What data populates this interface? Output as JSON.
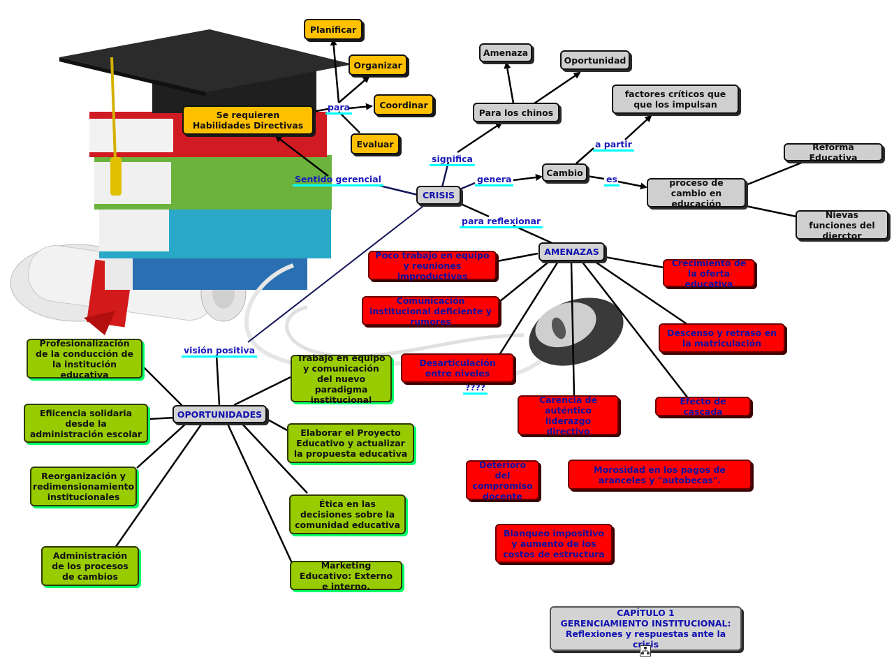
{
  "central": "CRISIS",
  "top": {
    "habilidades": "Se requieren Habilidades Directivas",
    "functions": [
      "Planificar",
      "Organizar",
      "Coordinar",
      "Evaluar"
    ],
    "chinos": "Para los chinos",
    "amenaza": "Amenaza",
    "oportunidad": "Oportunidad",
    "cambio": "Cambio",
    "factores": "factores críticos que que los impulsan",
    "proceso": "proceso de cambio en educación",
    "reforma": "Reforma Educativa",
    "nievas": "Nievas funciones del dierctor"
  },
  "link_labels": {
    "sentido": "Sentido gerencial",
    "para": "para",
    "significa": "significa",
    "genera": "genera",
    "a_partir": "a partir",
    "es": "es",
    "para_reflexionar": "para reflexionar",
    "vision": "visión positiva",
    "question": "????"
  },
  "amenazas": {
    "title": "AMENAZAS",
    "items": [
      "Poco trabajo en equipo y reuniones improductivas",
      "Comunicación institucional deficiente y rumores",
      "Desarticulación entre niveles",
      "Carencia de auténtico liderazgo directivo",
      "Efecto de cascada",
      "Descenso y retraso en la matriculación",
      "Crecimiento de la oferta educativa",
      "Deterioro del compromiso docente",
      "Morosidad en los pagos de aranceles y \"autobecas\".",
      "Blanqueo impositivo y aumento de los costos de estructura"
    ]
  },
  "oportunidades": {
    "title": "OPORTUNIDADES",
    "items": [
      "Profesionalización de la conducción de la institución educativa",
      "Efiicencia solidaria desde la administración escolar",
      "Reorganización y redimensionamiento institucionales",
      "Administración de los procesos de cambios",
      "Trabajo en equipo y comunicación del nuevo paradigma institucional",
      "Elaborar el Proyecto Educativo y actualizar la propuesta educativa",
      "Ética en las decisiones sobre la comunidad educativa",
      "Marketing Educativo: Externo e interno."
    ]
  },
  "footer": {
    "line1": "CAPÍTULO 1",
    "line2": "GERENCIAMIENTO INSTITUCIONAL:",
    "line3": "Reflexiones y respuestas ante la crisis"
  },
  "colors": {
    "red": "#ff0000",
    "yellow": "#ffc000",
    "green": "#99cc00",
    "gray": "#d3d3d3",
    "label_blue": "#1a1ab8",
    "underline_cyan": "#00ffff"
  },
  "icons": [
    "graduation-books-illustration",
    "computer-mouse-illustration",
    "map-structure-icon"
  ]
}
